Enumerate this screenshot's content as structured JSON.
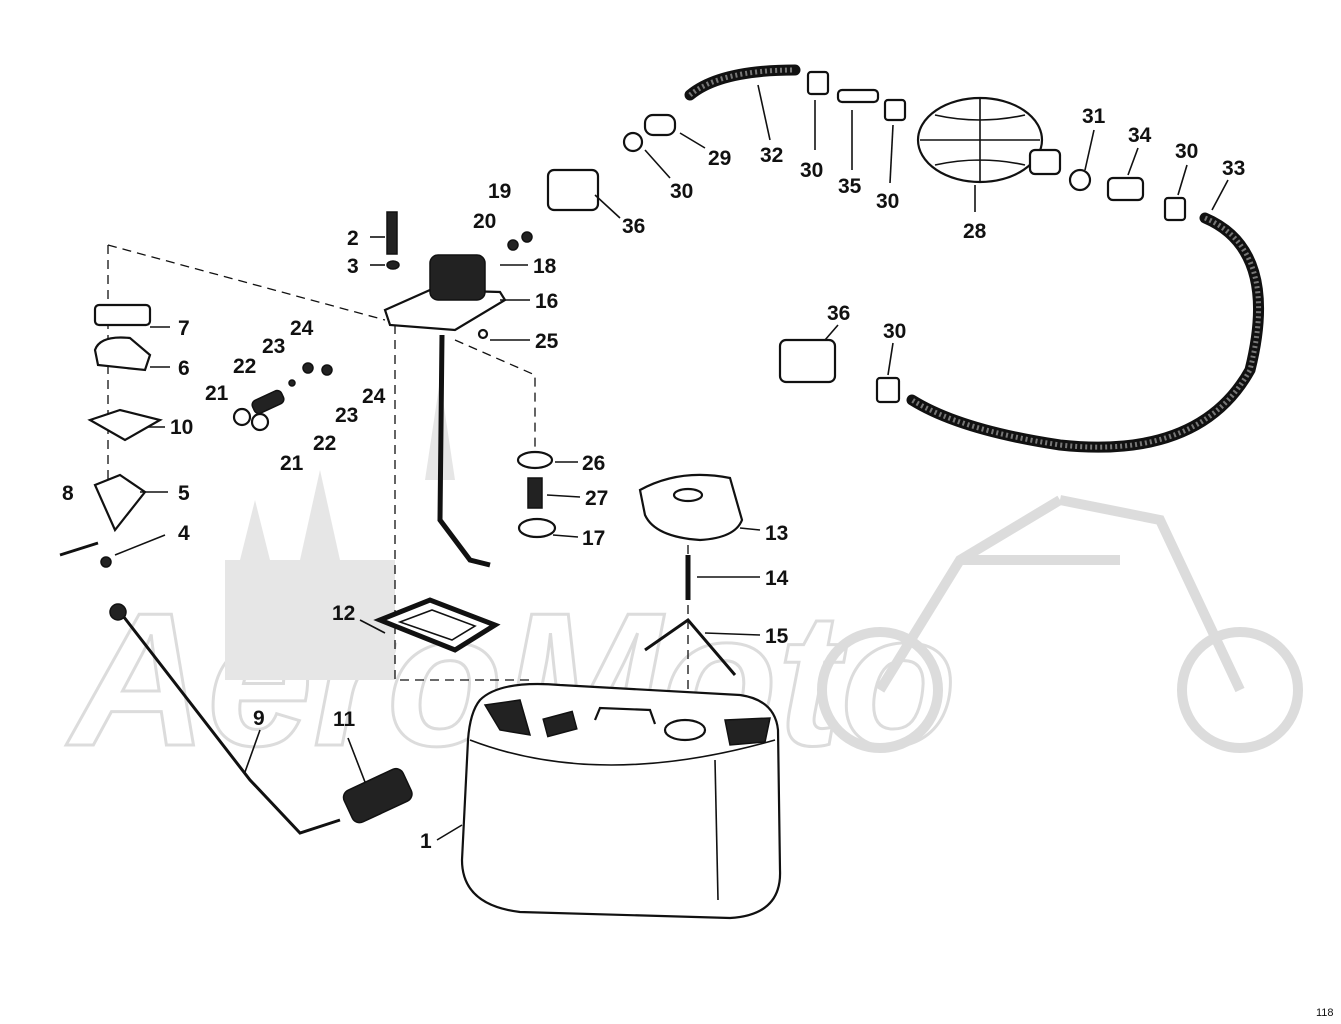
{
  "watermark": {
    "text": "AeroMoto"
  },
  "corner_ref": "118",
  "callouts": {
    "c1": "1",
    "c2": "2",
    "c3": "3",
    "c4": "4",
    "c5": "5",
    "c6": "6",
    "c7": "7",
    "c8": "8",
    "c9": "9",
    "c10": "10",
    "c11": "11",
    "c12": "12",
    "c13": "13",
    "c14": "14",
    "c15": "15",
    "c16": "16",
    "c17": "17",
    "c18": "18",
    "c19": "19",
    "c20": "20",
    "c21a": "21",
    "c21b": "21",
    "c22a": "22",
    "c22b": "22",
    "c23a": "23",
    "c23b": "23",
    "c24a": "24",
    "c24b": "24",
    "c25": "25",
    "c26": "26",
    "c27": "27",
    "c28": "28",
    "c29": "29",
    "c30a": "30",
    "c30b": "30",
    "c30c": "30",
    "c30d": "30",
    "c30e": "30",
    "c31": "31",
    "c32": "32",
    "c33": "33",
    "c34": "34",
    "c35": "35",
    "c36a": "36",
    "c36b": "36"
  }
}
